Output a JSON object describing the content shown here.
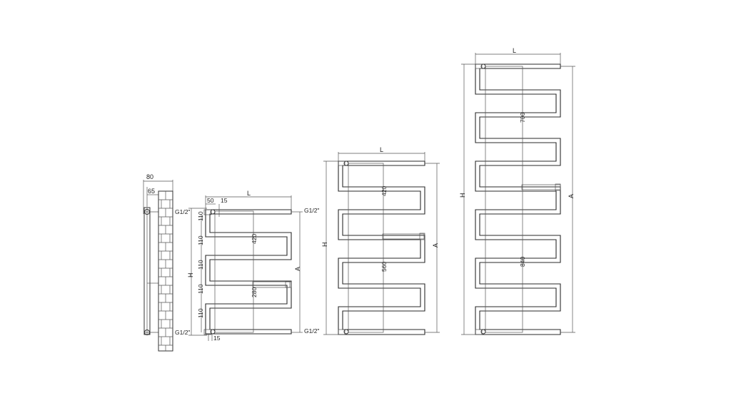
{
  "drawing": {
    "side_view": {
      "depth_total": "80",
      "depth_inner": "65",
      "conn_top": "G1/2\"",
      "conn_bottom": "G1/2\""
    },
    "small": {
      "width_label": "L",
      "offset_50": "50",
      "offset_15_top": "15",
      "offset_15_bottom": "15",
      "spacing": [
        "110",
        "110",
        "110",
        "110",
        "110"
      ],
      "height_label": "H",
      "dim_420": "420",
      "dim_280": "280",
      "axis_label": "A",
      "conn_top": "G1/2\"",
      "conn_bottom": "G1/2\""
    },
    "medium": {
      "width_label": "L",
      "height_label": "H",
      "dim_420": "420",
      "dim_560": "560",
      "axis_label": "A"
    },
    "large": {
      "width_label": "L",
      "height_label": "H",
      "dim_700": "700",
      "dim_840": "840",
      "axis_label": "A"
    }
  }
}
